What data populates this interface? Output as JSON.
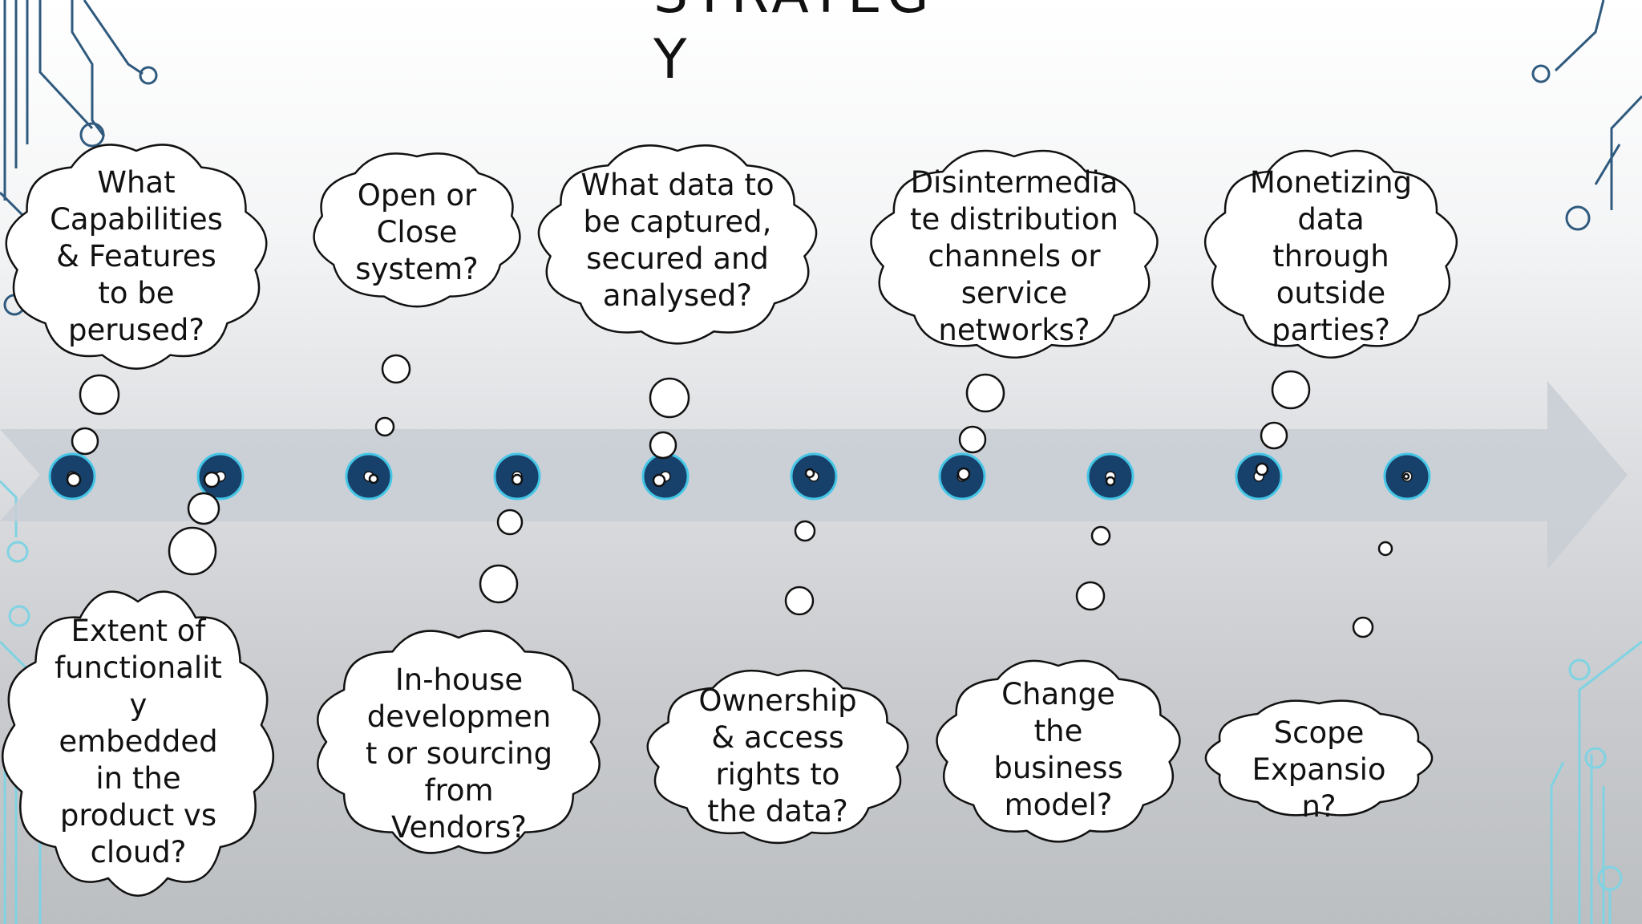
{
  "slide": {
    "title": "STRATEG\nY"
  },
  "top_clouds": [
    {
      "text": "What\nCapabilities\n& Features\nto be\nperused?"
    },
    {
      "text": "Open or\nClose\nsystem?"
    },
    {
      "text": "What data to\nbe captured,\nsecured and\nanalysed?"
    },
    {
      "text": "Disintermedia\nte distribution\nchannels or\nservice\nnetworks?"
    },
    {
      "text": "Monetizing\ndata\nthrough\noutside\nparties?"
    }
  ],
  "bottom_clouds": [
    {
      "text": "Extent of\nfunctionalit\ny\nembedded\nin the\nproduct vs\ncloud?"
    },
    {
      "text": "In-house\ndevelopmen\nt or sourcing\nfrom\nVendors?"
    },
    {
      "text": "Ownership\n& access\nrights to\nthe data?"
    },
    {
      "text": "Change\nthe\nbusiness\nmodel?"
    },
    {
      "text": "Scope\nExpansio\nn?"
    }
  ],
  "colors": {
    "arrow": "#c8ced5",
    "node_fill": "#17416b",
    "node_ring": "#46c6e6",
    "circuit_dark": "#2f5a7e",
    "circuit_light": "#7fd3e3"
  },
  "timeline": {
    "node_count": 10
  }
}
